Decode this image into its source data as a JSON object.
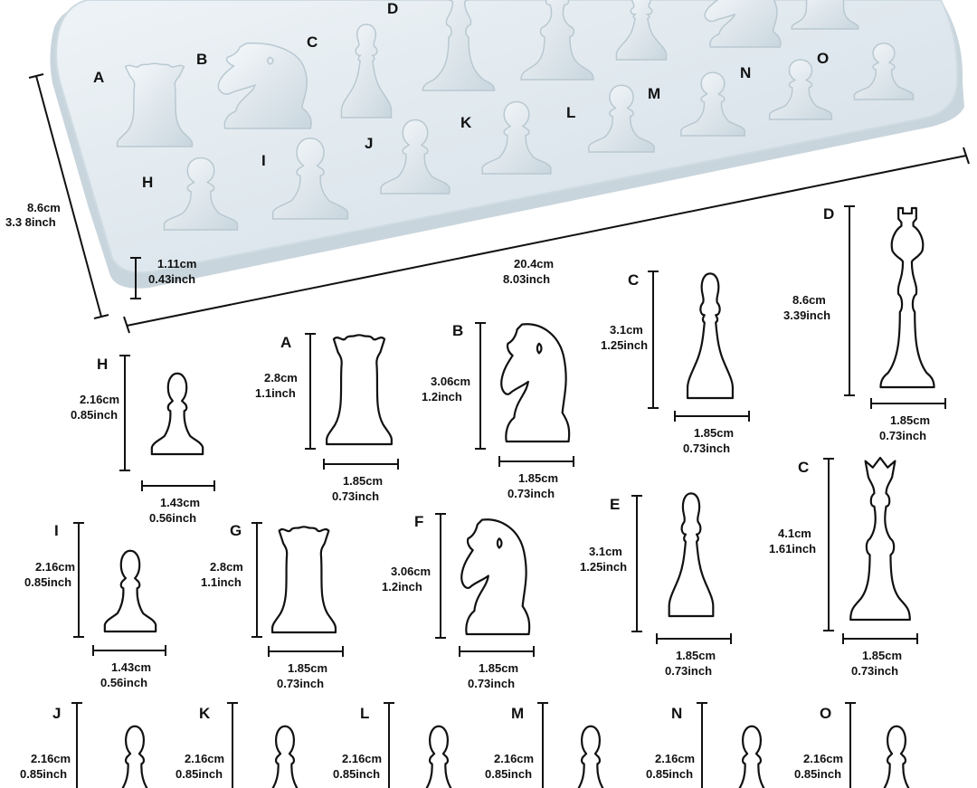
{
  "mold": {
    "labels": [
      "A",
      "B",
      "C",
      "D",
      "E",
      "F",
      "G",
      "H",
      "I",
      "J",
      "K",
      "L",
      "M",
      "N",
      "O"
    ],
    "width": {
      "cm": "20.4cm",
      "inch": "8.03inch"
    },
    "depth": {
      "cm": "8.6cm",
      "inch": "3.3 8inch"
    },
    "height": {
      "cm": "1.11cm",
      "inch": "0.43inch"
    }
  },
  "pieces": [
    {
      "id": "H",
      "type": "pawn",
      "h_cm": "2.16cm",
      "h_in": "0.85inch",
      "w_cm": "1.43cm",
      "w_in": "0.56inch"
    },
    {
      "id": "A",
      "type": "queen-small",
      "h_cm": "2.8cm",
      "h_in": "1.1inch",
      "w_cm": "1.85cm",
      "w_in": "0.73inch"
    },
    {
      "id": "B",
      "type": "knight",
      "h_cm": "3.06cm",
      "h_in": "1.2inch",
      "w_cm": "1.85cm",
      "w_in": "0.73inch"
    },
    {
      "id": "C",
      "type": "bishop",
      "h_cm": "3.1cm",
      "h_in": "1.25inch",
      "w_cm": "1.85cm",
      "w_in": "0.73inch"
    },
    {
      "id": "D",
      "type": "king",
      "h_cm": "8.6cm",
      "h_in": "3.39inch",
      "w_cm": "1.85cm",
      "w_in": "0.73inch"
    },
    {
      "id": "I",
      "type": "pawn",
      "h_cm": "2.16cm",
      "h_in": "0.85inch",
      "w_cm": "1.43cm",
      "w_in": "0.56inch"
    },
    {
      "id": "G",
      "type": "queen-small",
      "h_cm": "2.8cm",
      "h_in": "1.1inch",
      "w_cm": "1.85cm",
      "w_in": "0.73inch"
    },
    {
      "id": "F",
      "type": "knight",
      "h_cm": "3.06cm",
      "h_in": "1.2inch",
      "w_cm": "1.85cm",
      "w_in": "0.73inch"
    },
    {
      "id": "E",
      "type": "bishop",
      "h_cm": "3.1cm",
      "h_in": "1.25inch",
      "w_cm": "1.85cm",
      "w_in": "0.73inch"
    },
    {
      "id": "C",
      "type": "queen",
      "h_cm": "4.1cm",
      "h_in": "1.61inch",
      "w_cm": "1.85cm",
      "w_in": "0.73inch"
    },
    {
      "id": "J",
      "type": "pawn",
      "h_cm": "2.16cm",
      "h_in": "0.85inch",
      "w_cm": "",
      "w_in": ""
    },
    {
      "id": "K",
      "type": "pawn",
      "h_cm": "2.16cm",
      "h_in": "0.85inch",
      "w_cm": "",
      "w_in": ""
    },
    {
      "id": "L",
      "type": "pawn",
      "h_cm": "2.16cm",
      "h_in": "0.85inch",
      "w_cm": "",
      "w_in": ""
    },
    {
      "id": "M",
      "type": "pawn",
      "h_cm": "2.16cm",
      "h_in": "0.85inch",
      "w_cm": "",
      "w_in": ""
    },
    {
      "id": "N",
      "type": "pawn",
      "h_cm": "2.16cm",
      "h_in": "0.85inch",
      "w_cm": "",
      "w_in": ""
    },
    {
      "id": "O",
      "type": "pawn",
      "h_cm": "2.16cm",
      "h_in": "0.85inch",
      "w_cm": "",
      "w_in": ""
    }
  ],
  "colors": {
    "mold": "#dfe8ee",
    "mold_edge": "#c7d3da",
    "outline": "#111111"
  }
}
